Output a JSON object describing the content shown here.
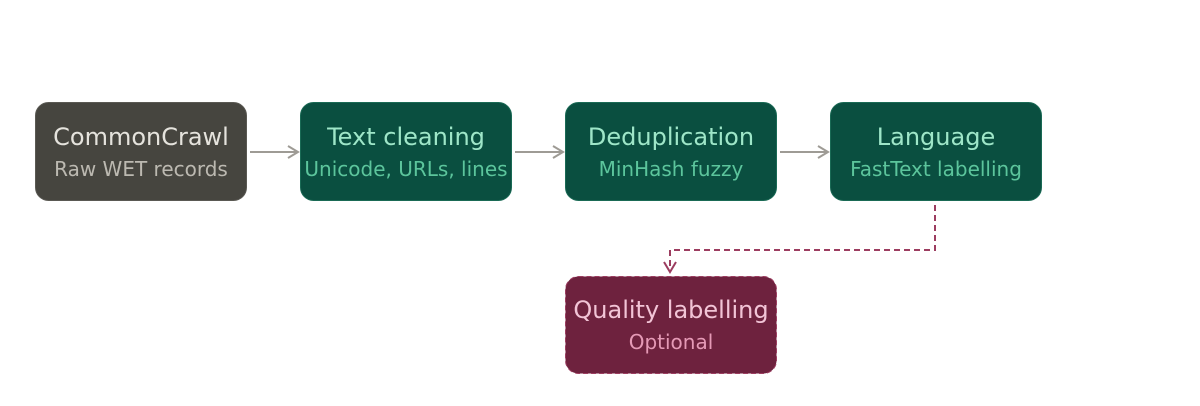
{
  "colors": {
    "source_fill": "#46453f",
    "source_title": "#e5e3dd",
    "source_sub": "#bcb9b1",
    "stage_fill": "#0a4f40",
    "stage_title": "#9ee6c8",
    "stage_sub": "#5cc59c",
    "optional_fill": "#6e223e",
    "optional_title": "#f2c4d6",
    "optional_sub": "#e59ab6",
    "arrow": "#9e9b95",
    "dashed_arrow": "#9c3d60"
  },
  "nodes": {
    "commoncrawl": {
      "title": "CommonCrawl",
      "subtitle": "Raw WET records"
    },
    "text_cleaning": {
      "title": "Text cleaning",
      "subtitle": "Unicode, URLs, lines"
    },
    "deduplication": {
      "title": "Deduplication",
      "subtitle": "MinHash fuzzy"
    },
    "language": {
      "title": "Language",
      "subtitle": "FastText labelling"
    },
    "quality_labelling": {
      "title": "Quality labelling",
      "subtitle": "Optional"
    }
  },
  "edges": [
    {
      "from": "commoncrawl",
      "to": "text_cleaning",
      "style": "solid"
    },
    {
      "from": "text_cleaning",
      "to": "deduplication",
      "style": "solid"
    },
    {
      "from": "deduplication",
      "to": "language",
      "style": "solid"
    },
    {
      "from": "language",
      "to": "quality_labelling",
      "style": "dashed"
    }
  ]
}
